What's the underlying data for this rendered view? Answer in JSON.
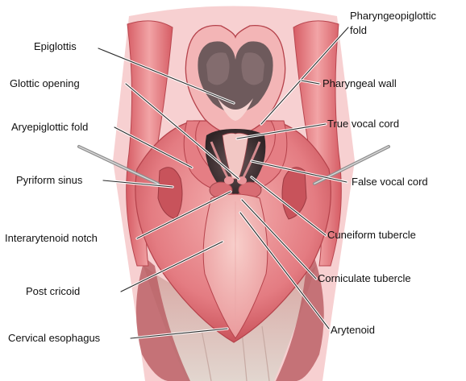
{
  "labels": {
    "epiglottis": "Epiglottis",
    "glottic_opening": "Glottic opening",
    "aryepiglottic_fold": "Aryepiglottic fold",
    "pyriform_sinus": "Pyriform sinus",
    "interarytenoid_notch": "Interarytenoid notch",
    "post_cricoid": "Post cricoid",
    "cervical_esophagus": "Cervical esophagus",
    "pharyngoepiglottic_fold_line1": "Pharyngeopiglottic",
    "pharyngoepiglottic_fold_line2": "fold",
    "pharyngeal_wall": "Pharyngeal wall",
    "true_vocal_cord": "True vocal cord",
    "false_vocal_cord": "False vocal cord",
    "cuneiform_tubercle": "Cuneiform tubercle",
    "corniculate_tubercle": "Corniculate tubercle",
    "arytenoid": "Arytenoid"
  },
  "colors": {
    "tissue_pink": "#e9868c",
    "tissue_deep": "#c94a52",
    "tissue_light": "#f6c3c1",
    "cavity_dark": "#4a3a3c",
    "esophagus": "#d9c3b8"
  }
}
